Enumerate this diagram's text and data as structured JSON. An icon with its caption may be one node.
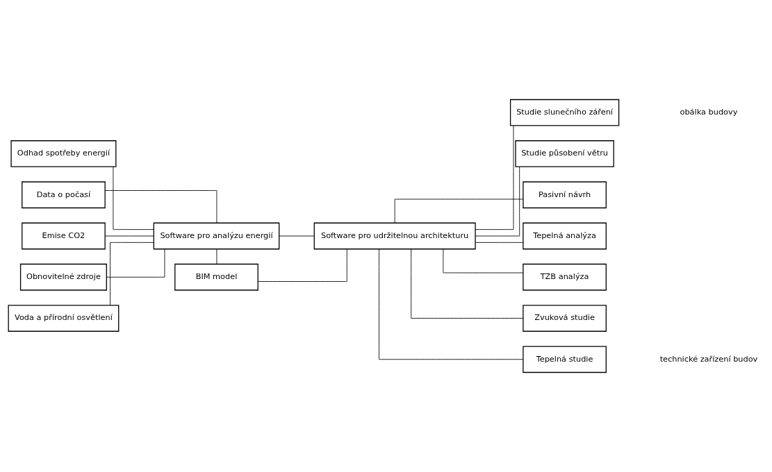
{
  "diagram": {
    "nodes": [
      {
        "text": [
          "Odhad spotřeby energií"
        ]
      },
      {
        "text": [
          "Data o počasí"
        ]
      },
      {
        "text": [
          "Emise CO2"
        ]
      },
      {
        "text": [
          "Obnovitelné zdroje"
        ]
      },
      {
        "text": [
          "Voda a přírodní osvětlení"
        ]
      },
      {
        "text": [
          "BIM model"
        ]
      },
      {
        "text": [
          "Software pro analýzu energií"
        ]
      },
      {
        "text": [
          "Software pro udržitelnou architekturu"
        ]
      },
      {
        "text": [
          "Studie slunečního záření"
        ]
      },
      {
        "text": [
          "Studie působení větru"
        ]
      },
      {
        "text": [
          "Pasivní návrh"
        ]
      },
      {
        "text": [
          "Tepelná analýza"
        ]
      },
      {
        "text": [
          "TZB analýza"
        ]
      },
      {
        "text": [
          "Zvuková studie"
        ]
      },
      {
        "text": [
          "Tepelná studie"
        ]
      }
    ],
    "edges": [
      {
        "from": 0,
        "to": 6,
        "arrow": "none"
      },
      {
        "from": 1,
        "to": 6,
        "arrow": "none"
      },
      {
        "from": 2,
        "to": 6,
        "arrow": "none"
      },
      {
        "from": 3,
        "to": 6,
        "arrow": "none"
      },
      {
        "from": 4,
        "to": 6,
        "arrow": "none"
      },
      {
        "from": 6,
        "to": 7,
        "arrow": "none"
      },
      {
        "from": 5,
        "to": 6,
        "arrow": "none"
      },
      {
        "from": 5,
        "to": 7,
        "arrow": "none"
      },
      {
        "from": 7,
        "to": 8,
        "arrow": "none"
      },
      {
        "from": 7,
        "to": 9,
        "arrow": "none"
      },
      {
        "from": 7,
        "to": 10,
        "arrow": "none"
      },
      {
        "from": 7,
        "to": 11,
        "arrow": "none"
      },
      {
        "from": 7,
        "to": 12,
        "arrow": "none"
      },
      {
        "from": 7,
        "to": 13,
        "arrow": "none"
      },
      {
        "from": 7,
        "to": 14,
        "arrow": "none"
      }
    ],
    "labels": [
      "obálka budovy",
      "technické zařízení budov"
    ]
  }
}
